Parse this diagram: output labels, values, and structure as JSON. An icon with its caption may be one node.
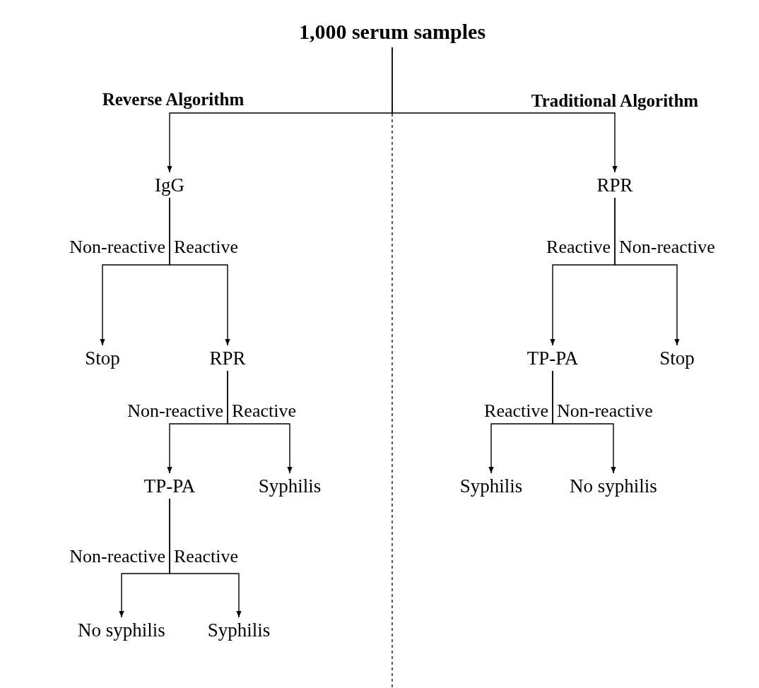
{
  "diagram": {
    "nodes": [
      {
        "text": [
          "1,000 serum samples"
        ]
      },
      {
        "text": [
          "IgG"
        ]
      },
      {
        "text": [
          "RPR"
        ]
      },
      {
        "text": [
          "Stop"
        ]
      },
      {
        "text": [
          "RPR"
        ]
      },
      {
        "text": [
          "TP-PA"
        ]
      },
      {
        "text": [
          "Stop"
        ]
      },
      {
        "text": [
          "TP-PA"
        ]
      },
      {
        "text": [
          "Syphilis"
        ]
      },
      {
        "text": [
          "Syphilis"
        ]
      },
      {
        "text": [
          "No syphilis"
        ]
      },
      {
        "text": [
          "No syphilis"
        ]
      },
      {
        "text": [
          "Syphilis"
        ]
      }
    ],
    "edges": [
      {
        "from": 0,
        "to": 1,
        "arrow": "to",
        "label": "Reverse Algorithm"
      },
      {
        "from": 0,
        "to": 2,
        "arrow": "to",
        "label": "Traditional Algorithm"
      },
      {
        "from": 1,
        "to": 3,
        "arrow": "to",
        "label": "Non-reactive"
      },
      {
        "from": 1,
        "to": 4,
        "arrow": "to",
        "label": "Reactive"
      },
      {
        "from": 2,
        "to": 5,
        "arrow": "to",
        "label": "Reactive"
      },
      {
        "from": 2,
        "to": 6,
        "arrow": "to",
        "label": "Non-reactive"
      },
      {
        "from": 4,
        "to": 7,
        "arrow": "to",
        "label": "Non-reactive"
      },
      {
        "from": 4,
        "to": 8,
        "arrow": "to",
        "label": "Reactive"
      },
      {
        "from": 5,
        "to": 9,
        "arrow": "to",
        "label": "Reactive"
      },
      {
        "from": 5,
        "to": 10,
        "arrow": "to",
        "label": "Non-reactive"
      },
      {
        "from": 7,
        "to": 11,
        "arrow": "to",
        "label": "Non-reactive"
      },
      {
        "from": 7,
        "to": 12,
        "arrow": "to",
        "label": "Reactive"
      }
    ]
  }
}
